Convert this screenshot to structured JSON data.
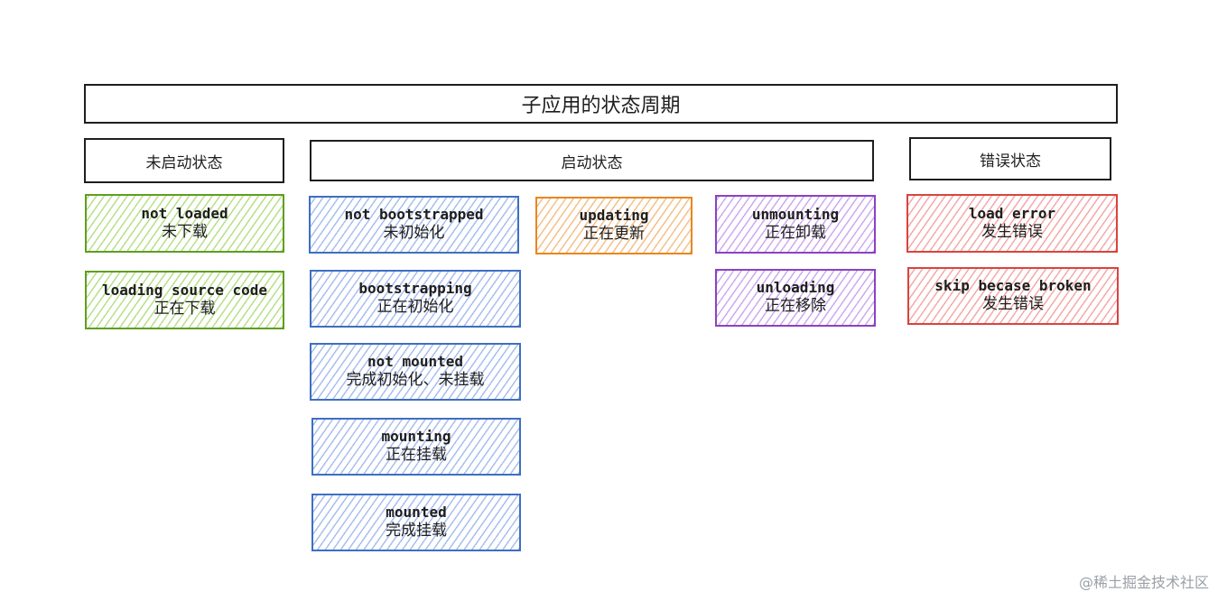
{
  "title": "子应用的状态周期",
  "groups": {
    "not_started": "未启动状态",
    "started": "启动状态",
    "error": "错误状态"
  },
  "nodes": {
    "not_loaded": {
      "en": "not loaded",
      "zh": "未下载"
    },
    "loading_source_code": {
      "en": "loading source code",
      "zh": "正在下载"
    },
    "not_bootstrapped": {
      "en": "not bootstrapped",
      "zh": "未初始化"
    },
    "bootstrapping": {
      "en": "bootstrapping",
      "zh": "正在初始化"
    },
    "not_mounted": {
      "en": "not mounted",
      "zh": "完成初始化、未挂载"
    },
    "mounting": {
      "en": "mounting",
      "zh": "正在挂载"
    },
    "mounted": {
      "en": "mounted",
      "zh": "完成挂载"
    },
    "updating": {
      "en": "updating",
      "zh": "正在更新"
    },
    "unmounting": {
      "en": "unmounting",
      "zh": "正在卸载"
    },
    "unloading": {
      "en": "unloading",
      "zh": "正在移除"
    },
    "load_error": {
      "en": "load error",
      "zh": "发生错误"
    },
    "skip_because_broken": {
      "en": "skip becase broken",
      "zh": "发生错误"
    }
  },
  "colors": {
    "green": "#5f9e1f",
    "blue": "#3d6fc2",
    "orange": "#e8871e",
    "purple": "#8a42c4",
    "red": "#d9443f"
  },
  "watermark": "@稀土掘金技术社区"
}
